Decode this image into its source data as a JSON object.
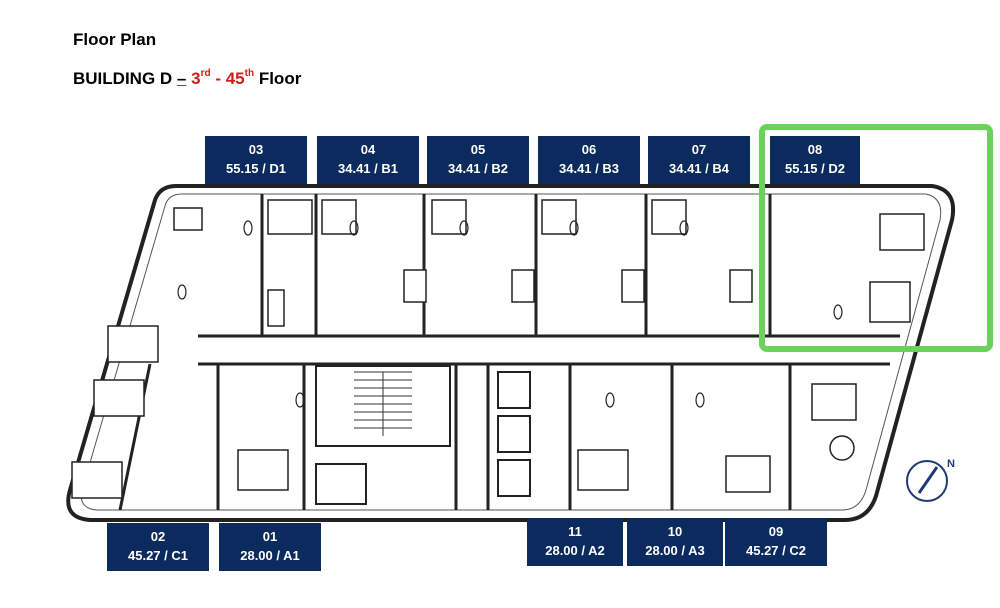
{
  "header": {
    "title": "Floor Plan",
    "building": "BUILDING D",
    "dash": "–",
    "floor_from_num": "3",
    "floor_from_sup": "rd",
    "range_dash": "-",
    "floor_to_num": "45",
    "floor_to_sup": "th",
    "floor_word": "Floor"
  },
  "units": [
    {
      "no": "03",
      "spec": "55.15 / D1"
    },
    {
      "no": "04",
      "spec": "34.41 / B1"
    },
    {
      "no": "05",
      "spec": "34.41 / B2"
    },
    {
      "no": "06",
      "spec": "34.41 / B3"
    },
    {
      "no": "07",
      "spec": "34.41 / B4"
    },
    {
      "no": "08",
      "spec": "55.15 / D2"
    },
    {
      "no": "02",
      "spec": "45.27 / C1"
    },
    {
      "no": "01",
      "spec": "28.00 / A1"
    },
    {
      "no": "11",
      "spec": "28.00 / A2"
    },
    {
      "no": "10",
      "spec": "28.00 / A3"
    },
    {
      "no": "09",
      "spec": "45.27 / C2"
    }
  ],
  "compass": {
    "label": "N"
  },
  "colors": {
    "label_bg": "#0b2a5e",
    "highlight": "#6ad25a",
    "accent_red": "#d01c1c"
  }
}
